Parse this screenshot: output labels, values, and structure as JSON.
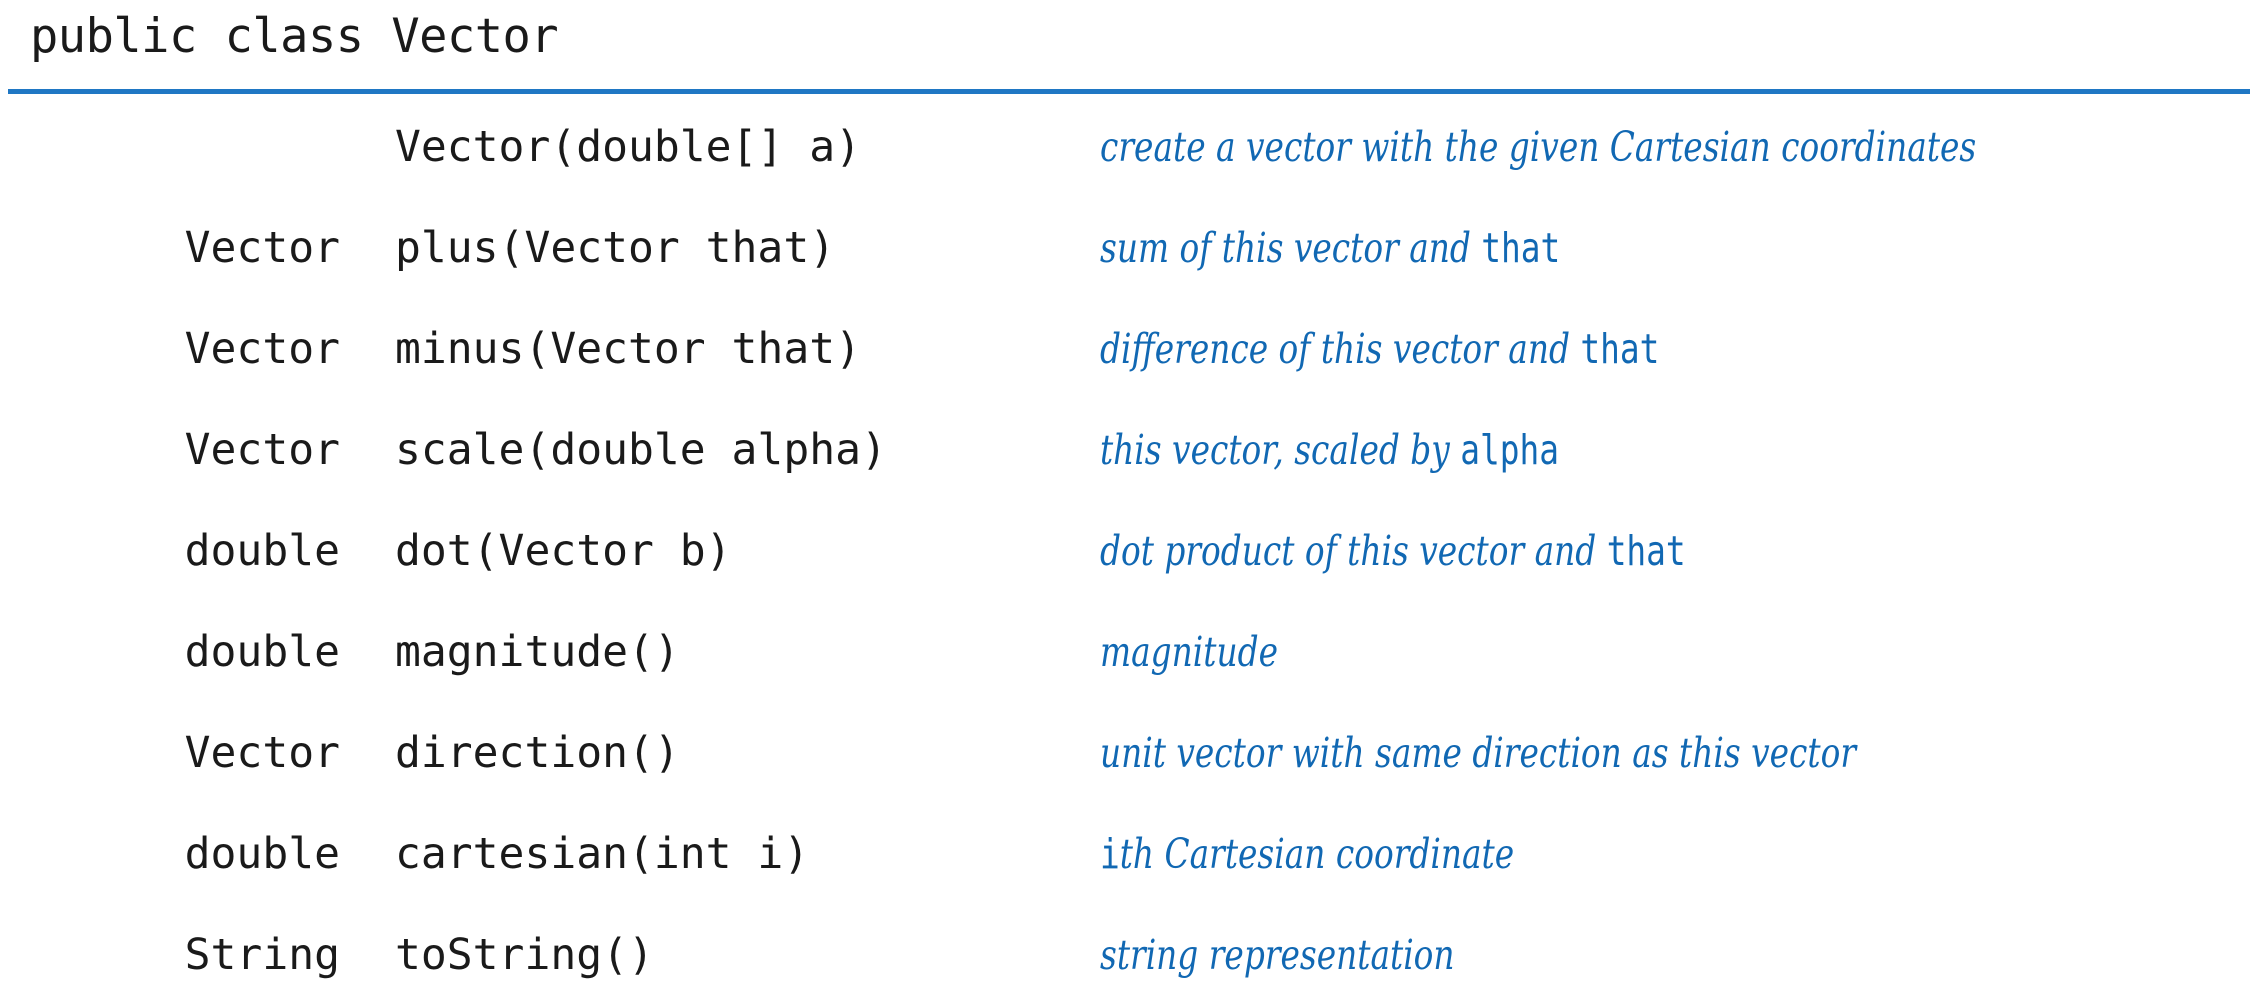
{
  "header": {
    "title": "public class Vector",
    "rule_color": "#1f77c4"
  },
  "style": {
    "signature_color": "#1a1a1a",
    "description_color": "#1168b3"
  },
  "api": {
    "rows": [
      {
        "return_type": "",
        "signature": "Vector(double[] a)",
        "description_parts": [
          {
            "text": "create a vector with the given Cartesian coordinates",
            "code": false
          }
        ],
        "description_plain": "create a vector with the given Cartesian coordinates"
      },
      {
        "return_type": "Vector",
        "signature": "plus(Vector that)",
        "description_parts": [
          {
            "text": "sum of this vector and ",
            "code": false
          },
          {
            "text": "that",
            "code": true
          }
        ],
        "description_plain": "sum of this vector and that"
      },
      {
        "return_type": "Vector",
        "signature": "minus(Vector that)",
        "description_parts": [
          {
            "text": "difference of this vector and ",
            "code": false
          },
          {
            "text": "that",
            "code": true
          }
        ],
        "description_plain": "difference of this vector and that"
      },
      {
        "return_type": "Vector",
        "signature": "scale(double alpha)",
        "description_parts": [
          {
            "text": "this vector, scaled by ",
            "code": false
          },
          {
            "text": "alpha",
            "code": true
          }
        ],
        "description_plain": "this vector, scaled by alpha"
      },
      {
        "return_type": "double",
        "signature": "dot(Vector b)",
        "description_parts": [
          {
            "text": "dot product of this vector and ",
            "code": false
          },
          {
            "text": "that",
            "code": true
          }
        ],
        "description_plain": "dot product of this vector and that"
      },
      {
        "return_type": "double",
        "signature": "magnitude()",
        "description_parts": [
          {
            "text": "magnitude",
            "code": false
          }
        ],
        "description_plain": "magnitude"
      },
      {
        "return_type": "Vector",
        "signature": "direction()",
        "description_parts": [
          {
            "text": "unit vector with same direction as this vector",
            "code": false
          }
        ],
        "description_plain": "unit vector with same direction as this vector"
      },
      {
        "return_type": "double",
        "signature": "cartesian(int i)",
        "description_parts": [
          {
            "text": "i",
            "code": true
          },
          {
            "text": "th Cartesian coordinate",
            "code": false
          }
        ],
        "description_plain": "ith Cartesian coordinate"
      },
      {
        "return_type": "String",
        "signature": "toString()",
        "description_parts": [
          {
            "text": "string representation",
            "code": false
          }
        ],
        "description_plain": "string representation"
      }
    ]
  }
}
